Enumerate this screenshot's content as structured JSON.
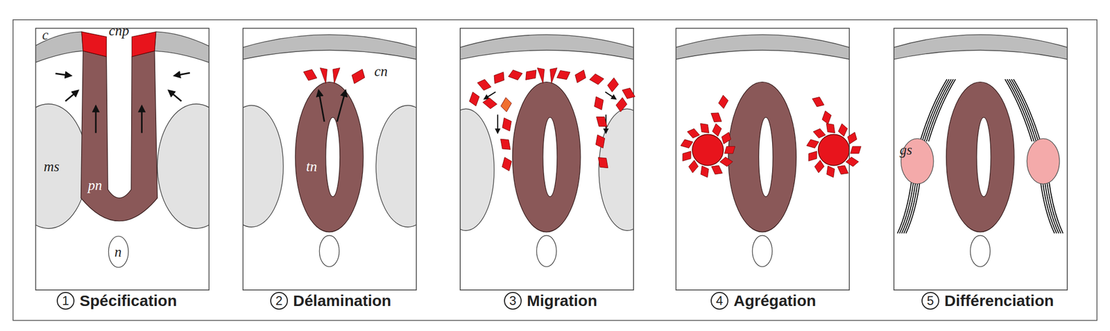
{
  "diagram": {
    "nodes": [
      {
        "text": [
          "ms"
        ]
      },
      {
        "text": [
          "pn"
        ]
      },
      {
        "text": [
          "n"
        ]
      },
      {
        "text": [
          "tn"
        ]
      },
      {
        "text": [
          "gs"
        ]
      },
      {
        "text": [
          "1",
          "Spécification"
        ]
      },
      {
        "text": [
          "2",
          "Délamination"
        ]
      },
      {
        "text": [
          "3",
          "Migration"
        ]
      },
      {
        "text": [
          "4",
          "Agrégation"
        ]
      },
      {
        "text": [
          "5",
          "Différenciation"
        ]
      }
    ],
    "edges": [],
    "labels": [
      "c",
      "cnp",
      "cn"
    ]
  }
}
